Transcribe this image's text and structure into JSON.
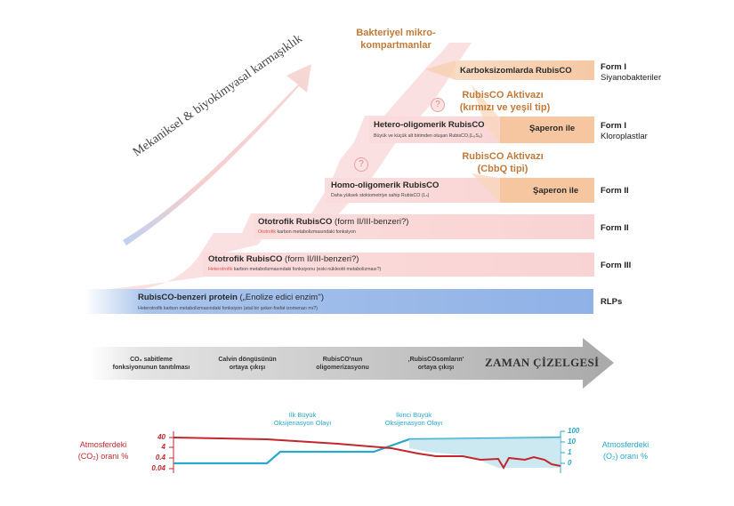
{
  "complexity_label": "Mekaniksel & biyokimyasal karmaşıklık",
  "orange": {
    "micro_title": "Bakteriyel mikro-\nkompartmanlar",
    "carboxysome": "Karboksizomlarda RubisCO",
    "activase1_line1": "RubisCO Aktivazı",
    "activase1_line2": "(kırmızı ve yeşil tip)",
    "chaperone1": "Şaperon ile",
    "activase2_line1": "RubisCO Aktivazı",
    "activase2_line2": "(CbbQ tipi)",
    "chaperone2": "Şaperon ile"
  },
  "bars": {
    "hetero_title": "Hetero-oligomerik RubisCO",
    "hetero_sub": "Büyük ve küçük alt birimden oluşan RubisCO,(L₈S₈)",
    "homo_title": "Homo-oligomerik RubisCO",
    "homo_sub": "Daha yüksek stokiometriye sahip RubisCO (Lₙ)",
    "auto_title": "Ototrofik RubisCO",
    "auto_title_rest": " (form II/III-benzeri?)",
    "auto_sub_hl": "Ototrofik",
    "auto_sub_rest": " karbon metabolizmasındaki fonksiyon",
    "hetero_troph_title": "Ototrofik RubisCO",
    "hetero_troph_title_rest": " (form II/III-benzeri?)",
    "hetero_troph_sub_hl": "Heterotrofik",
    "hetero_troph_sub_rest": " karbon metabolizmasındaki fonksiyonu (eski nükleotit metabolizması?)",
    "rlp_title": "RubisCO-benzeri protein",
    "rlp_title_rest": " („Enolize edici enzim'')",
    "rlp_sub": "Heterotrofik karbon metabolizmasındaki fonksiyon (atal bir şeker-fosfat izomerazı mı?)",
    "question_mark": "?"
  },
  "forms": {
    "f1a_line1": "Form I",
    "f1a_line2": "Siyanobakteriler",
    "f1b_line1": "Form I",
    "f1b_line2": "Kloroplastlar",
    "f2a": "Form II",
    "f2b": "Form II",
    "f3": "Form III",
    "rlp": "RLPs"
  },
  "timeline": {
    "t1_line1": "CO₂ sabitleme",
    "t1_line2": "fonksiyonunun tanıtılması",
    "t2_line1": "Calvin döngüsünün",
    "t2_line2": "ortaya çıkışı",
    "t3_line1": "RubisCO'nun",
    "t3_line2": "oligomerizasyonu",
    "t4_line1": "‚RubisCOsomların'",
    "t4_line2": "ortaya çıkışı",
    "title": "ZAMAN ÇİZELGESİ"
  },
  "bottom": {
    "co2_line1": "Atmosferdeki",
    "co2_line2": "(CO₂) oranı %",
    "o2_line1": "Atmosferdeki",
    "o2_line2": "(O₂) oranı %",
    "event1_line1": "İlk Büyük",
    "event1_line2": "Oksijenasyon Olayı",
    "event2_line1": "İkinci Büyük",
    "event2_line2": "Oksijenasyon Olayı",
    "co2_ticks": [
      "40",
      "4",
      "0.4",
      "0.04"
    ],
    "o2_ticks": [
      "100",
      "10",
      "1",
      "0"
    ],
    "colors": {
      "co2": "#c1272d",
      "o2": "#2aa7c9"
    }
  }
}
